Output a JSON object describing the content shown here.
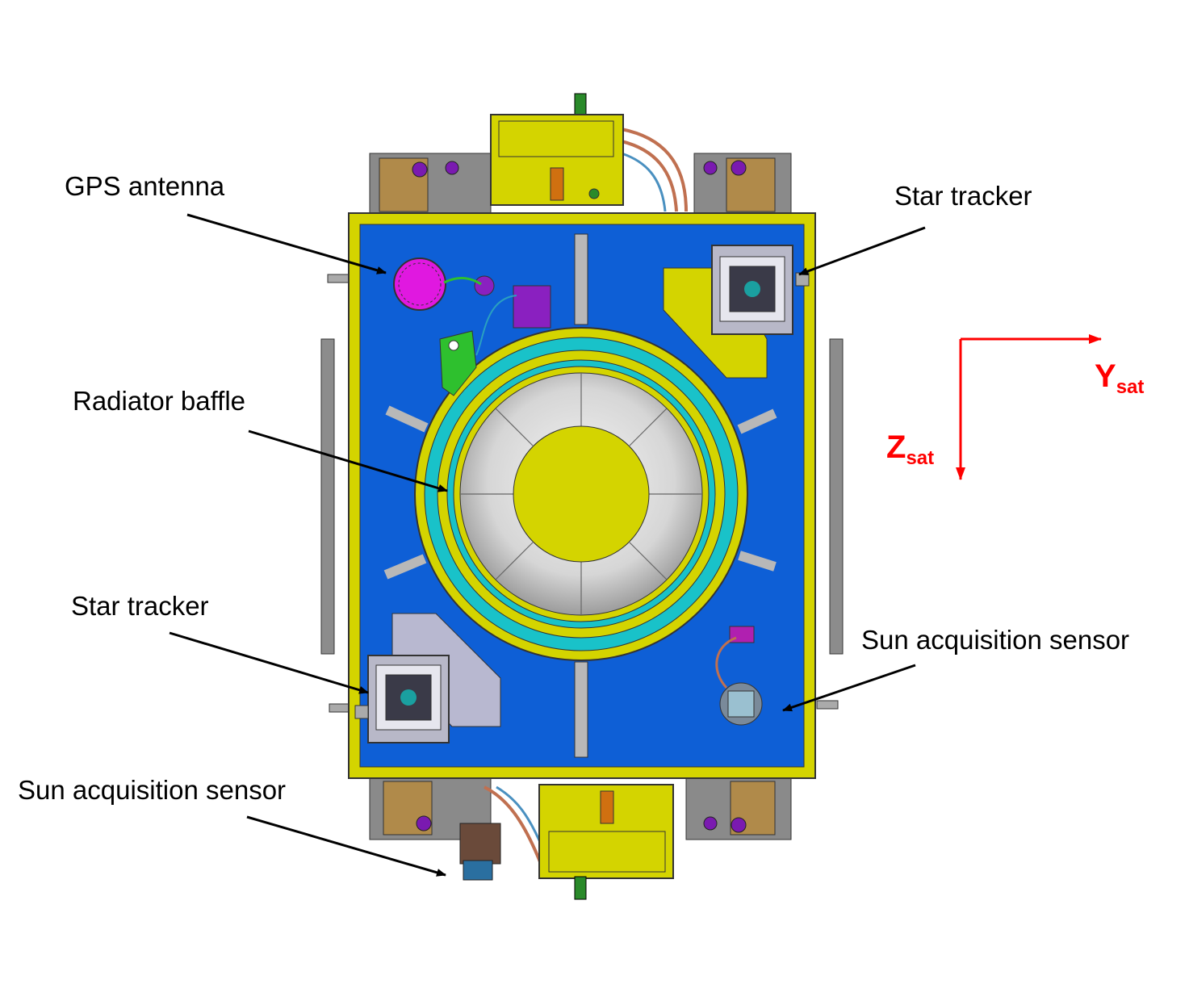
{
  "labels": {
    "gps_antenna": "GPS antenna",
    "star_tracker_top": "Star tracker",
    "radiator_baffle": "Radiator baffle",
    "star_tracker_bottom": "Star tracker",
    "sun_sensor_right": "Sun acquisition sensor",
    "sun_sensor_bottom": "Sun acquisition sensor"
  },
  "axes": {
    "y": {
      "letter": "Y",
      "sub": "sat"
    },
    "z": {
      "letter": "Z",
      "sub": "sat"
    }
  },
  "colors": {
    "panel_blue": "#0e5fd6",
    "frame_yellow": "#d4d400",
    "ring_cyan": "#19c2c9",
    "baffle_gray": "#c8c8c8",
    "gps_magenta": "#e018e0",
    "bracket_green": "#2ec02e",
    "axis_red": "#ff0000",
    "leader_black": "#000000"
  }
}
